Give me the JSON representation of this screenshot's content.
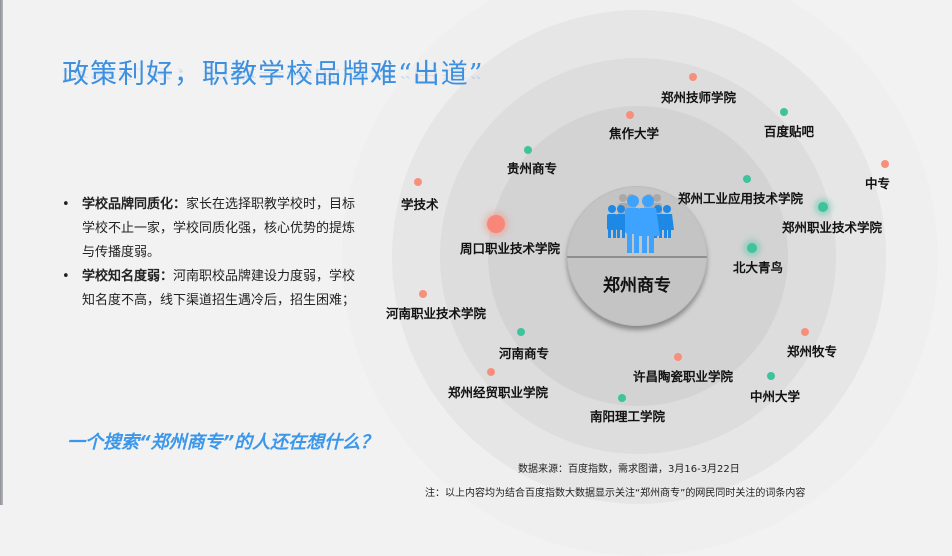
{
  "slide": {
    "title": "政策利好，职教学校品牌难“出道”",
    "bullets": [
      {
        "head": "学校品牌同质化：",
        "text": "家长在选择职教学校时，目标学校不止一家，学校同质化强，核心优势的提炼与传播度弱。"
      },
      {
        "head": "学校知名度弱：",
        "text": "河南职校品牌建设力度弱，学校知名度不高，线下渠道招生遇冷后，招生困难；"
      }
    ],
    "bullet_symbol": "•",
    "question": "一个搜索“郑州商专”的人还在想什么？",
    "source": "数据来源：百度指数，需求图谱，3月16-3月22日",
    "note": "注：以上内容均为结合百度指数大数据显示关注“郑州商专”的网民同时关注的词条内容"
  },
  "diagram": {
    "center_label": "郑州商专",
    "center_icon": "people-group-icon",
    "colors": {
      "accent_blue": "#3d8fe0",
      "salmon": "#f6907c",
      "teal": "#3fc39a",
      "icon_blue": "#1e88e5"
    },
    "nodes": [
      {
        "label": "郑州技师学院",
        "color": "salmon"
      },
      {
        "label": "焦作大学",
        "color": "salmon"
      },
      {
        "label": "百度贴吧",
        "color": "teal"
      },
      {
        "label": "贵州商专",
        "color": "teal"
      },
      {
        "label": "中专",
        "color": "salmon"
      },
      {
        "label": "学技术",
        "color": "salmon"
      },
      {
        "label": "郑州工业应用技术学院",
        "color": "teal"
      },
      {
        "label": "郑州职业技术学院",
        "color": "teal"
      },
      {
        "label": "周口职业技术学院",
        "color": "salmon"
      },
      {
        "label": "北大青鸟",
        "color": "teal"
      },
      {
        "label": "河南职业技术学院",
        "color": "salmon"
      },
      {
        "label": "郑州牧专",
        "color": "salmon"
      },
      {
        "label": "河南商专",
        "color": "teal"
      },
      {
        "label": "许昌陶瓷职业学院",
        "color": "salmon"
      },
      {
        "label": "中州大学",
        "color": "teal"
      },
      {
        "label": "郑州经贸职业学院",
        "color": "salmon"
      },
      {
        "label": "南阳理工学院",
        "color": "teal"
      }
    ]
  }
}
